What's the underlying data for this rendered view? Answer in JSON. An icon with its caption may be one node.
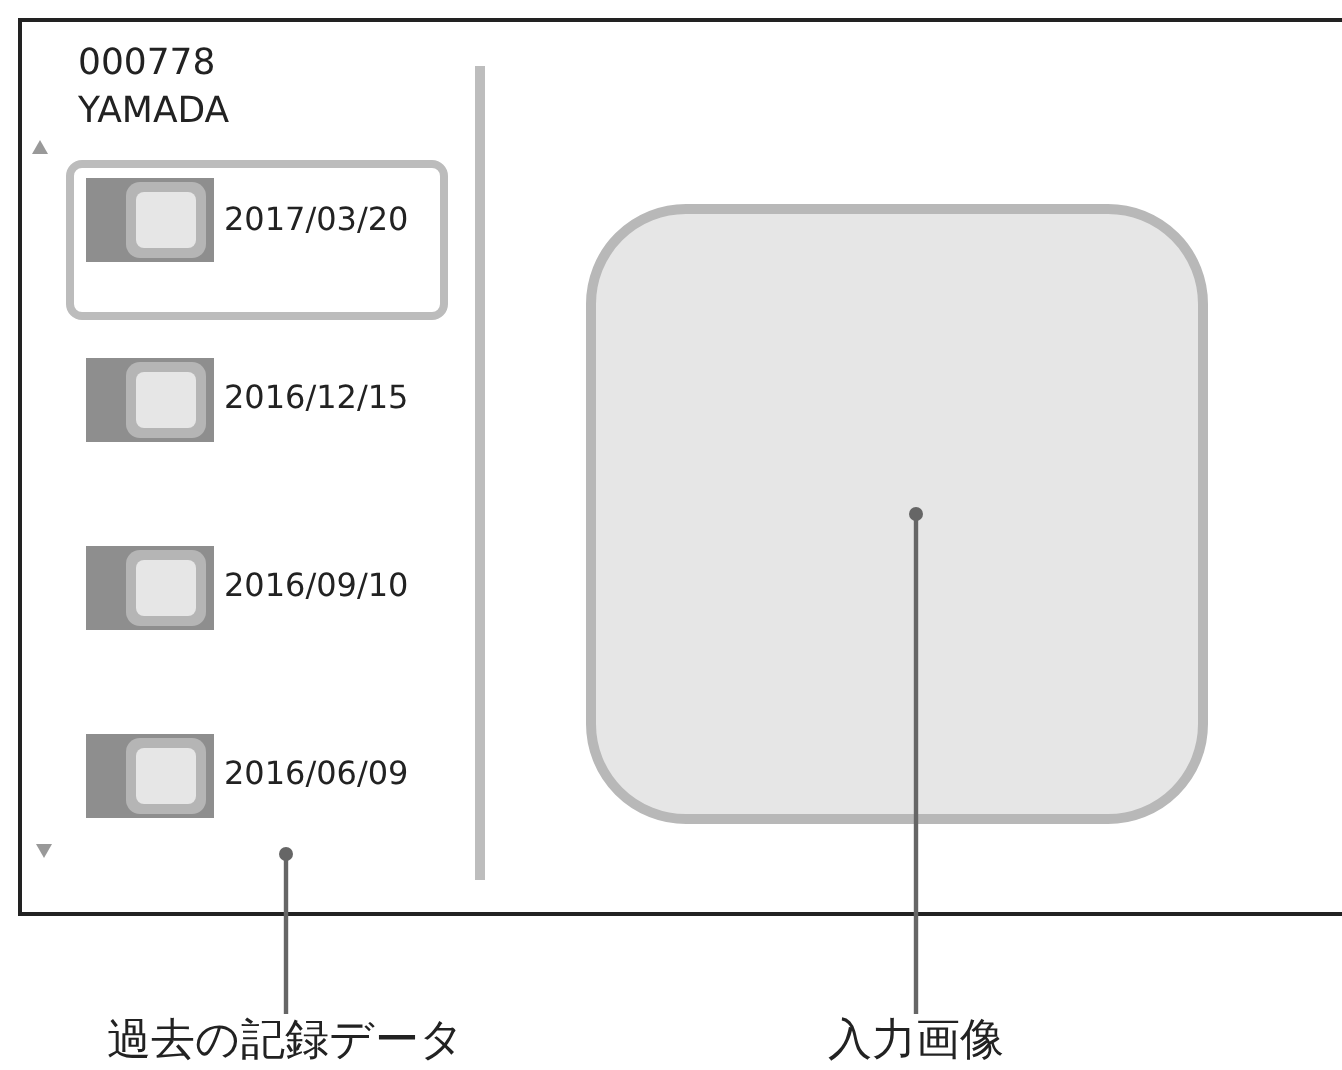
{
  "diagram": {
    "nodes": [
      {
        "text": [
          "過去の記録データ"
        ]
      },
      {
        "text": [],
        "shape": "box"
      },
      {
        "text": [
          "入力画像"
        ]
      }
    ],
    "edges": [
      {
        "from": 0,
        "to": null,
        "arrow": "other"
      },
      {
        "from": 2,
        "to": 1,
        "arrow": "other"
      }
    ],
    "labels": [
      "000778",
      "YAMADA",
      "2017/03/20",
      "2016/12/15",
      "2016/09/10",
      "2016/06/09"
    ]
  }
}
